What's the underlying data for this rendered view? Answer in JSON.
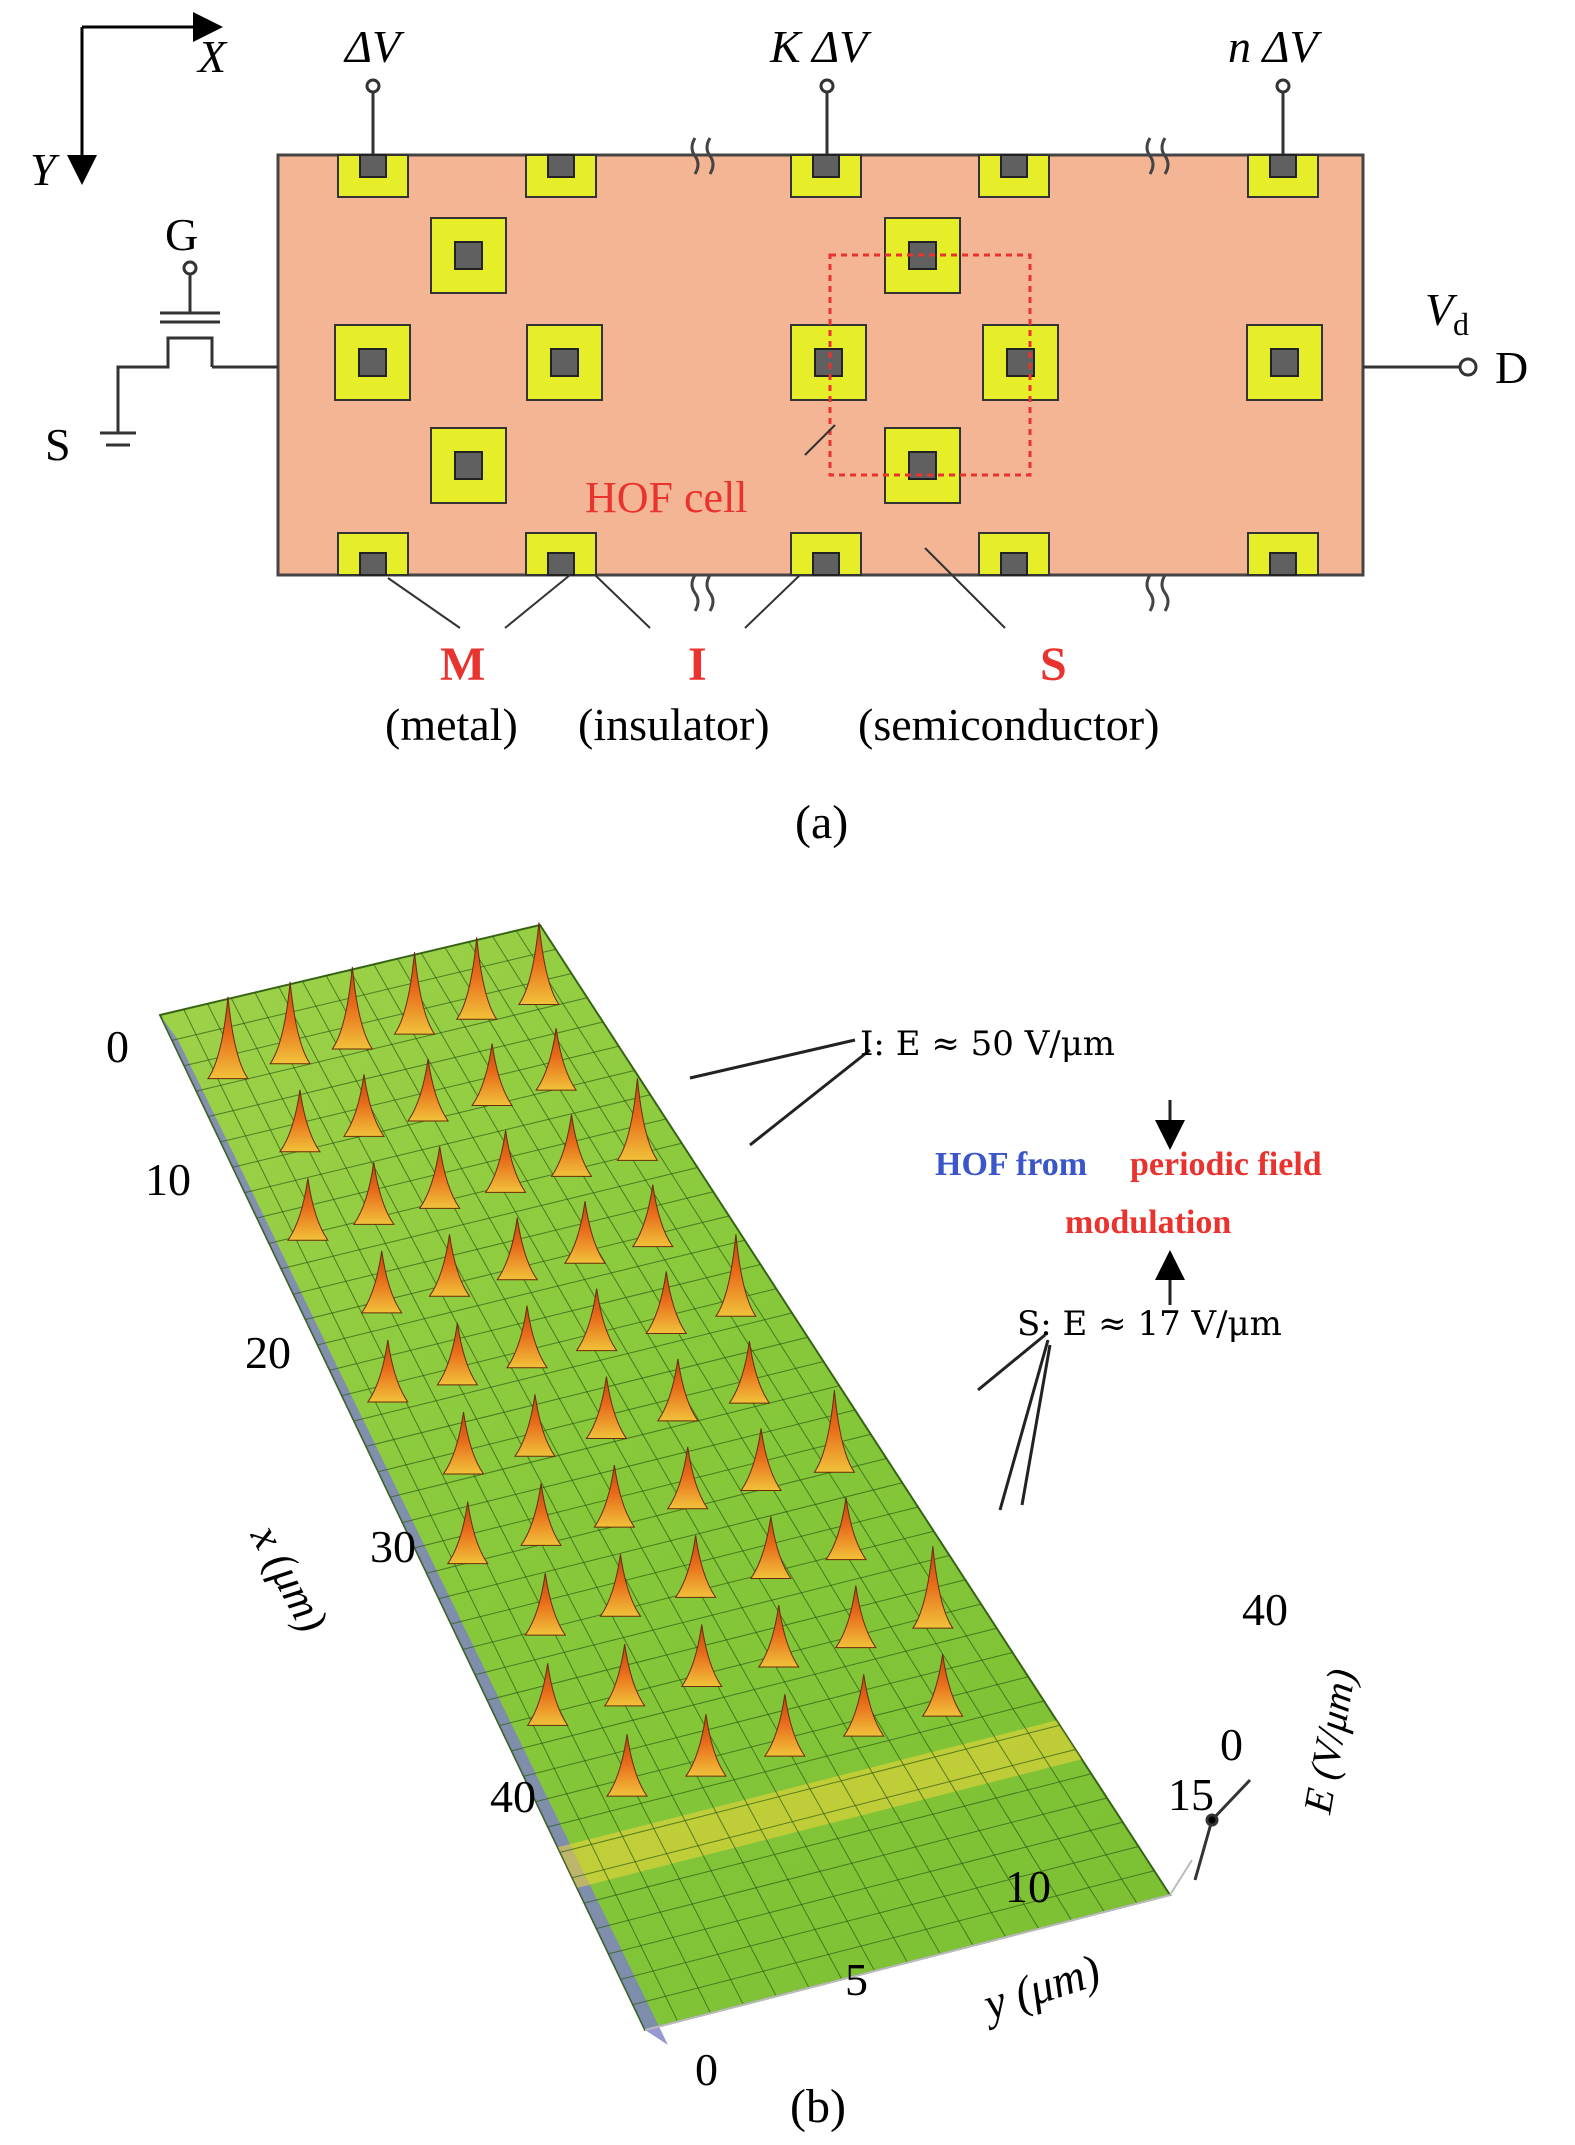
{
  "panel_a": {
    "axis_x": "X",
    "axis_y": "Y",
    "v_label_1": "ΔV",
    "v_label_k": "K ΔV",
    "v_label_n": "n ΔV",
    "gate_label": "G",
    "source_label": "S",
    "drain_voltage": "V",
    "drain_voltage_sub": "d",
    "drain_label": "D",
    "hof_cell_label": "HOF cell",
    "m_letter": "M",
    "i_letter": "I",
    "s_letter": "S",
    "m_desc": "(metal)",
    "i_desc": "(insulator)",
    "s_desc": "(semiconductor)",
    "caption": "(a)",
    "colors": {
      "substrate": "#f3b594",
      "electrode_ring": "#e6ee2a",
      "electrode_core": "#606060",
      "highlight": "#e8332f"
    }
  },
  "panel_b": {
    "x_ticks": [
      "0",
      "10",
      "20",
      "30",
      "40"
    ],
    "x_axis_label": "x (μm)",
    "y_ticks": [
      "0",
      "5",
      "10",
      "15"
    ],
    "y_axis_label": "y (μm)",
    "e_ticks": [
      "0",
      "40"
    ],
    "e_axis_label": "E (V/μm)",
    "annotation_i": "I: E ≈ 50 V/μm",
    "annotation_s": "S: E ≈ 17 V/μm",
    "hof_from": "HOF from",
    "periodic_field": "periodic field",
    "modulation": "modulation",
    "caption": "(b)",
    "colors": {
      "surface": "#86c83a",
      "peak": "#e86a1a",
      "hof_blue": "#3a56c8",
      "hof_red": "#e8332f"
    }
  }
}
